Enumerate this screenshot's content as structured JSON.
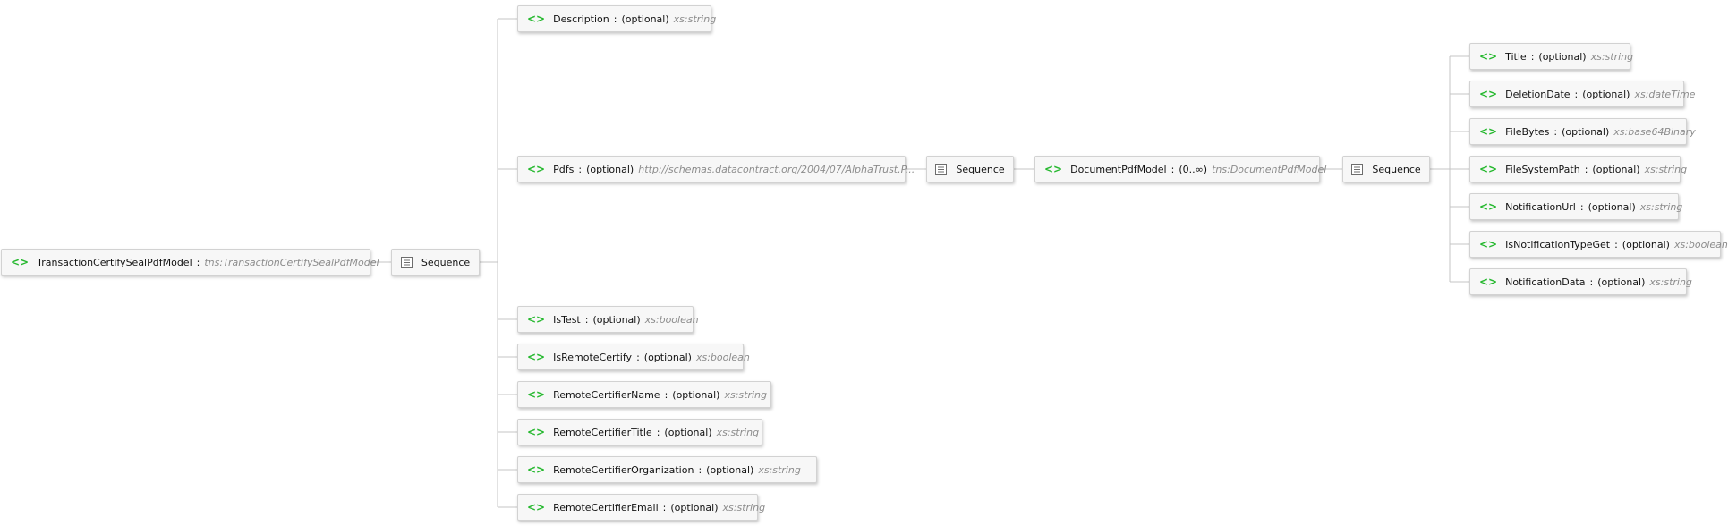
{
  "root": {
    "name": "TransactionCertifySealPdfModel",
    "separator": ":",
    "type": "tns:TransactionCertifySealPdfModel"
  },
  "root_sequence": {
    "label": "Sequence"
  },
  "children": [
    {
      "name": "Description",
      "separator": ":",
      "occurrence": "(optional)",
      "type": "xs:string"
    },
    {
      "name": "Pdfs",
      "separator": ":",
      "occurrence": "(optional)",
      "type": "http://schemas.datacontract.org/2004/07/AlphaTrust.P..."
    },
    {
      "name": "IsTest",
      "separator": ":",
      "occurrence": "(optional)",
      "type": "xs:boolean"
    },
    {
      "name": "IsRemoteCertify",
      "separator": ":",
      "occurrence": "(optional)",
      "type": "xs:boolean"
    },
    {
      "name": "RemoteCertifierName",
      "separator": ":",
      "occurrence": "(optional)",
      "type": "xs:string"
    },
    {
      "name": "RemoteCertifierTitle",
      "separator": ":",
      "occurrence": "(optional)",
      "type": "xs:string"
    },
    {
      "name": "RemoteCertifierOrganization",
      "separator": ":",
      "occurrence": "(optional)",
      "type": "xs:string"
    },
    {
      "name": "RemoteCertifierEmail",
      "separator": ":",
      "occurrence": "(optional)",
      "type": "xs:string"
    }
  ],
  "pdfs_sequence": {
    "label": "Sequence"
  },
  "document": {
    "name": "DocumentPdfModel",
    "separator": ":",
    "occurrence": "(0..∞)",
    "type": "tns:DocumentPdfModel"
  },
  "document_sequence": {
    "label": "Sequence"
  },
  "document_fields": [
    {
      "name": "Title",
      "separator": ":",
      "occurrence": "(optional)",
      "type": "xs:string"
    },
    {
      "name": "DeletionDate",
      "separator": ":",
      "occurrence": "(optional)",
      "type": "xs:dateTime"
    },
    {
      "name": "FileBytes",
      "separator": ":",
      "occurrence": "(optional)",
      "type": "xs:base64Binary"
    },
    {
      "name": "FileSystemPath",
      "separator": ":",
      "occurrence": "(optional)",
      "type": "xs:string"
    },
    {
      "name": "NotificationUrl",
      "separator": ":",
      "occurrence": "(optional)",
      "type": "xs:string"
    },
    {
      "name": "IsNotificationTypeGet",
      "separator": ":",
      "occurrence": "(optional)",
      "type": "xs:boolean"
    },
    {
      "name": "NotificationData",
      "separator": ":",
      "occurrence": "(optional)",
      "type": "xs:string"
    }
  ],
  "icons": {
    "element": "element-tag-icon",
    "sequence": "sequence-icon"
  },
  "colors": {
    "tag": "#25b82e",
    "type_text": "#8c8c8c",
    "connector": "#c4c4c4",
    "node_bg": "#f7f7f7",
    "node_border": "#d2d2d2"
  }
}
